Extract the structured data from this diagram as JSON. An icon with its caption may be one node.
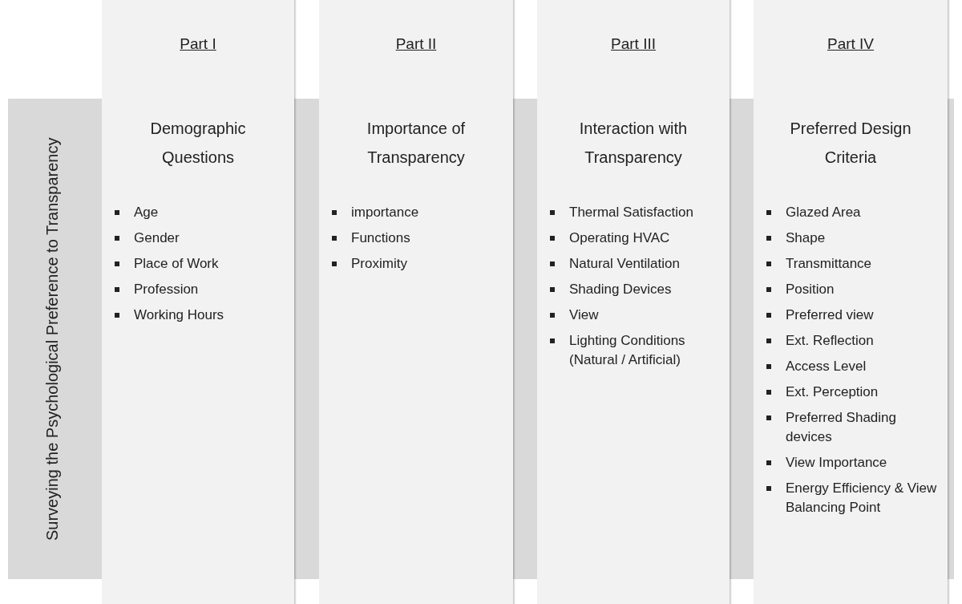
{
  "diagram": {
    "nodes": [
      {
        "text": [
          "Surveying the Psychological Preference to Transparency"
        ]
      },
      {
        "text": [
          "Part I",
          "Demographic Questions",
          "Age",
          "Gender",
          "Place of Work",
          "Profession",
          "Working Hours"
        ]
      },
      {
        "text": [
          "Part II",
          "Importance of Transparency",
          "importance",
          "Functions",
          "Proximity"
        ]
      },
      {
        "text": [
          "Part III",
          "Interaction with Transparency",
          "Thermal Satisfaction",
          "Operating HVAC",
          "Natural Ventilation",
          "Shading Devices",
          "View",
          "Lighting Conditions (Natural / Artificial)"
        ]
      },
      {
        "text": [
          "Part IV",
          "Preferred Design Criteria",
          "Glazed Area",
          "Shape",
          "Transmittance",
          "Position",
          "Preferred view",
          "Ext. Reflection",
          "Access Level",
          "Ext. Perception",
          "Preferred Shading devices",
          "View Importance",
          "Energy Efficiency & View Balancing Point"
        ]
      }
    ]
  }
}
